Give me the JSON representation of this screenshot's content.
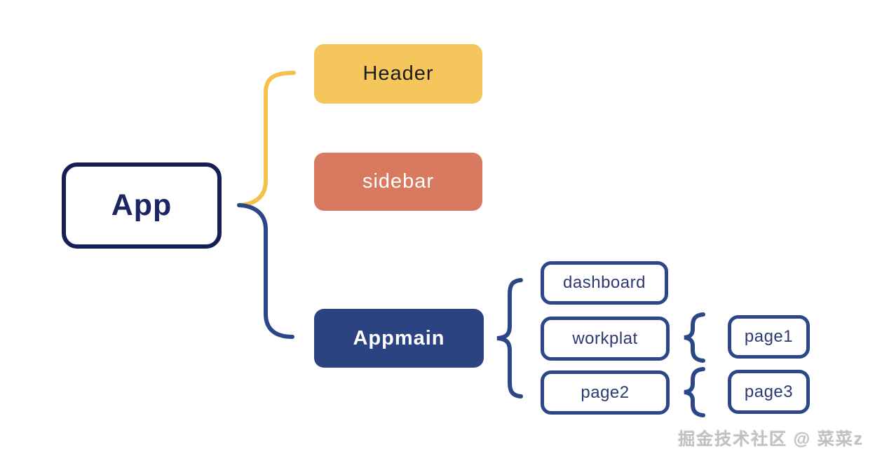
{
  "diagram": {
    "type": "mindmap",
    "nodes": [
      {
        "id": "app",
        "label": "App",
        "level": 0,
        "shape": "outlined-box",
        "border_color": "#151f55",
        "text_color": "#1b2563"
      },
      {
        "id": "header",
        "label": "Header",
        "level": 1,
        "shape": "filled-box",
        "fill": "#f4c65c",
        "text_color": "#1c1c1c"
      },
      {
        "id": "sidebar",
        "label": "sidebar",
        "level": 1,
        "shape": "filled-box",
        "fill": "#d97a60",
        "text_color": "#ffffff"
      },
      {
        "id": "appmain",
        "label": "Appmain",
        "level": 1,
        "shape": "filled-box",
        "fill": "#2b4380",
        "text_color": "#ffffff"
      },
      {
        "id": "dashboard",
        "label": "dashboard",
        "level": 2,
        "shape": "outlined-box",
        "border_color": "#2b4787",
        "text_color": "#2b3a72"
      },
      {
        "id": "workplat",
        "label": "workplat",
        "level": 2,
        "shape": "outlined-box",
        "border_color": "#2b4787",
        "text_color": "#2b3a72"
      },
      {
        "id": "page2",
        "label": "page2",
        "level": 2,
        "shape": "outlined-box",
        "border_color": "#2b4787",
        "text_color": "#2b3a72"
      },
      {
        "id": "page1",
        "label": "page1",
        "level": 3,
        "shape": "outlined-box",
        "border_color": "#2b4787",
        "text_color": "#2b3a72"
      },
      {
        "id": "page3",
        "label": "page3",
        "level": 3,
        "shape": "outlined-box",
        "border_color": "#2b4787",
        "text_color": "#2b3a72"
      }
    ],
    "edges": [
      {
        "from": "app",
        "to": [
          "header"
        ],
        "style": "curve",
        "color": "#f4c14b"
      },
      {
        "from": "app",
        "to": [
          "appmain"
        ],
        "style": "curve",
        "color": "#2b4787"
      },
      {
        "from": "appmain",
        "to": [
          "dashboard",
          "workplat",
          "page2"
        ],
        "style": "brace",
        "color": "#2b4787"
      },
      {
        "from": "workplat",
        "to": [
          "page1"
        ],
        "style": "brace",
        "color": "#2b4787"
      },
      {
        "from": "page2",
        "to": [
          "page3"
        ],
        "style": "brace",
        "color": "#2b4787"
      }
    ]
  },
  "palette": {
    "background": "#ffffff",
    "root_border": "#151f55",
    "root_text": "#1b2563",
    "header_fill": "#f4c65c",
    "sidebar_fill": "#d97a60",
    "appmain_fill": "#2b4380",
    "child_border": "#2b4787",
    "child_text": "#2b3a72",
    "edge_yellow": "#f4c14b",
    "edge_blue": "#2b4787",
    "watermark_color": "#c2c0bd"
  },
  "watermark": {
    "text": "掘金技术社区 @ 菜菜z"
  }
}
